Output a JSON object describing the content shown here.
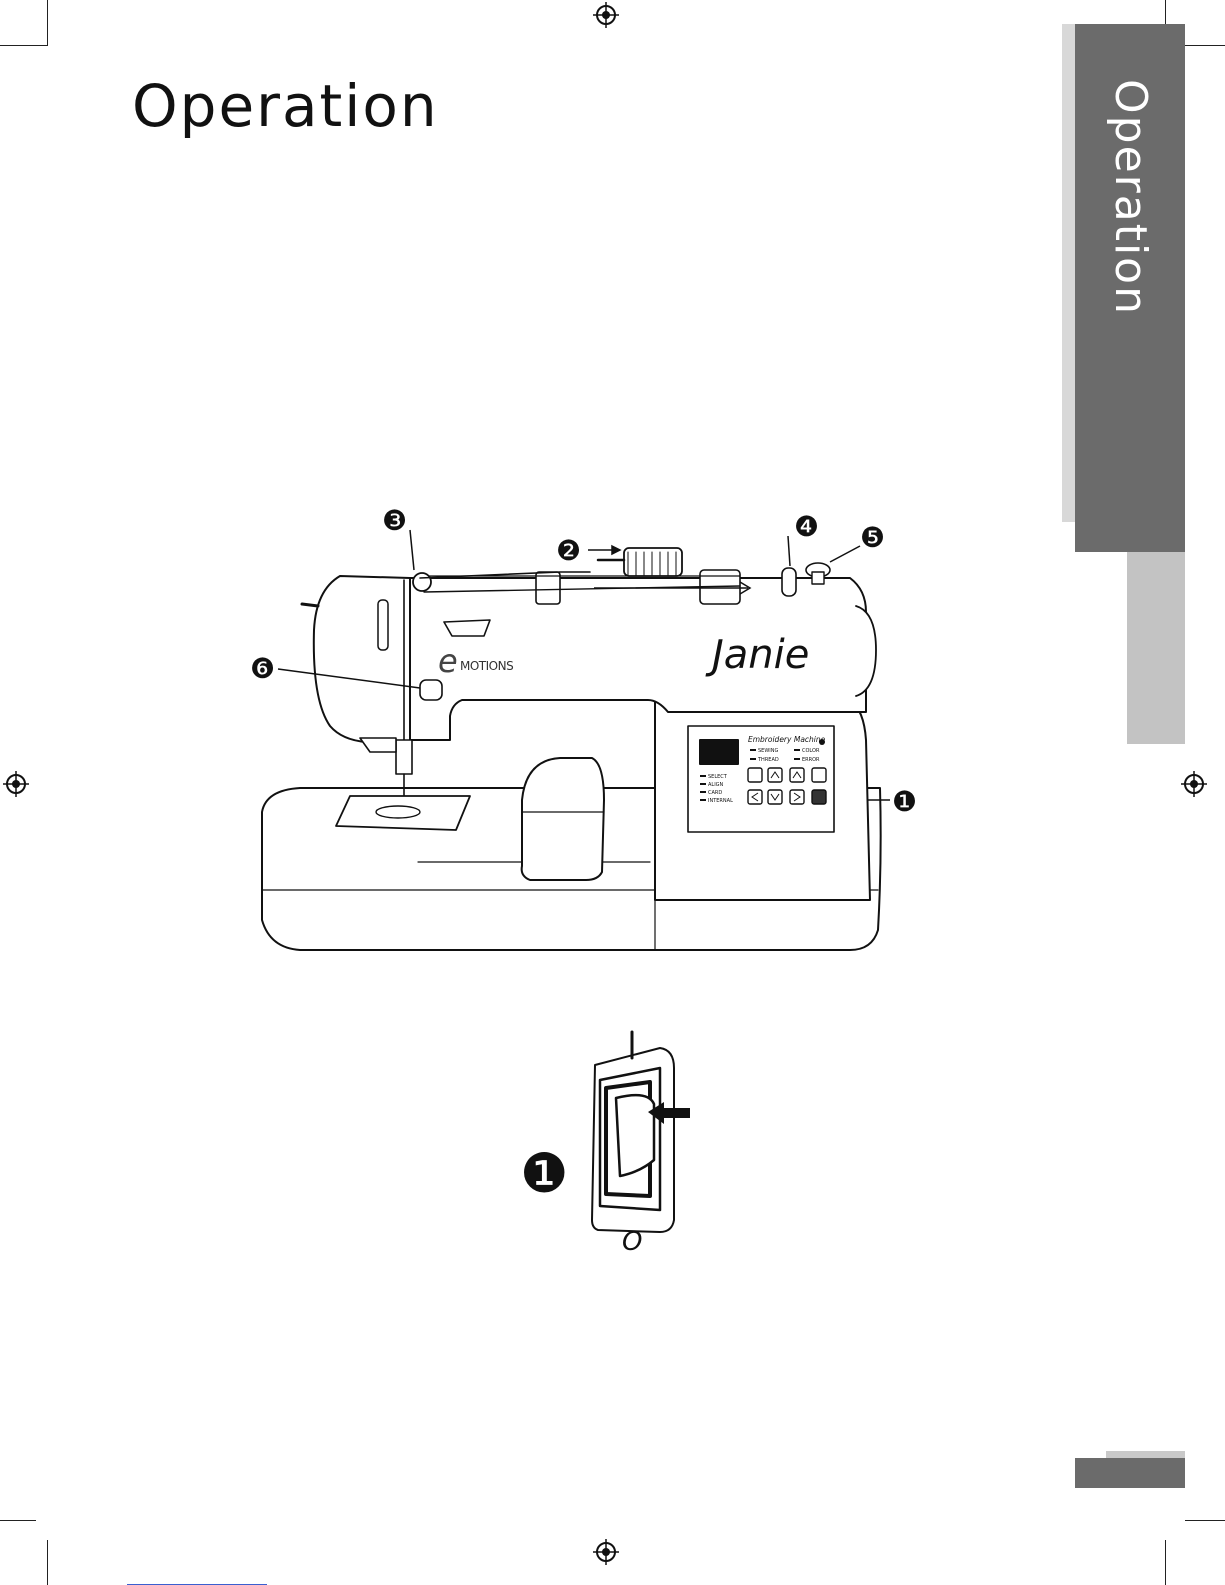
{
  "page": {
    "title": "Operation",
    "tab_label": "Operation"
  },
  "figure_machine": {
    "callouts": [
      "❶",
      "❷",
      "❸",
      "❹",
      "❺",
      "❻"
    ],
    "brand_e": "e",
    "brand_text": "MOTIONS",
    "signature": "Janie",
    "panel": {
      "title": "Embroidery Machine",
      "led_sewing": "SEWING",
      "led_color": "COLOR",
      "led_thread": "THREAD",
      "led_error": "ERROR",
      "led_select": "SELECT",
      "led_align": "ALIGN",
      "led_card": "CARD",
      "led_internal": "INTERNAL"
    }
  },
  "figure_switch": {
    "callout": "❶",
    "on_mark": "I",
    "off_mark": "O"
  }
}
